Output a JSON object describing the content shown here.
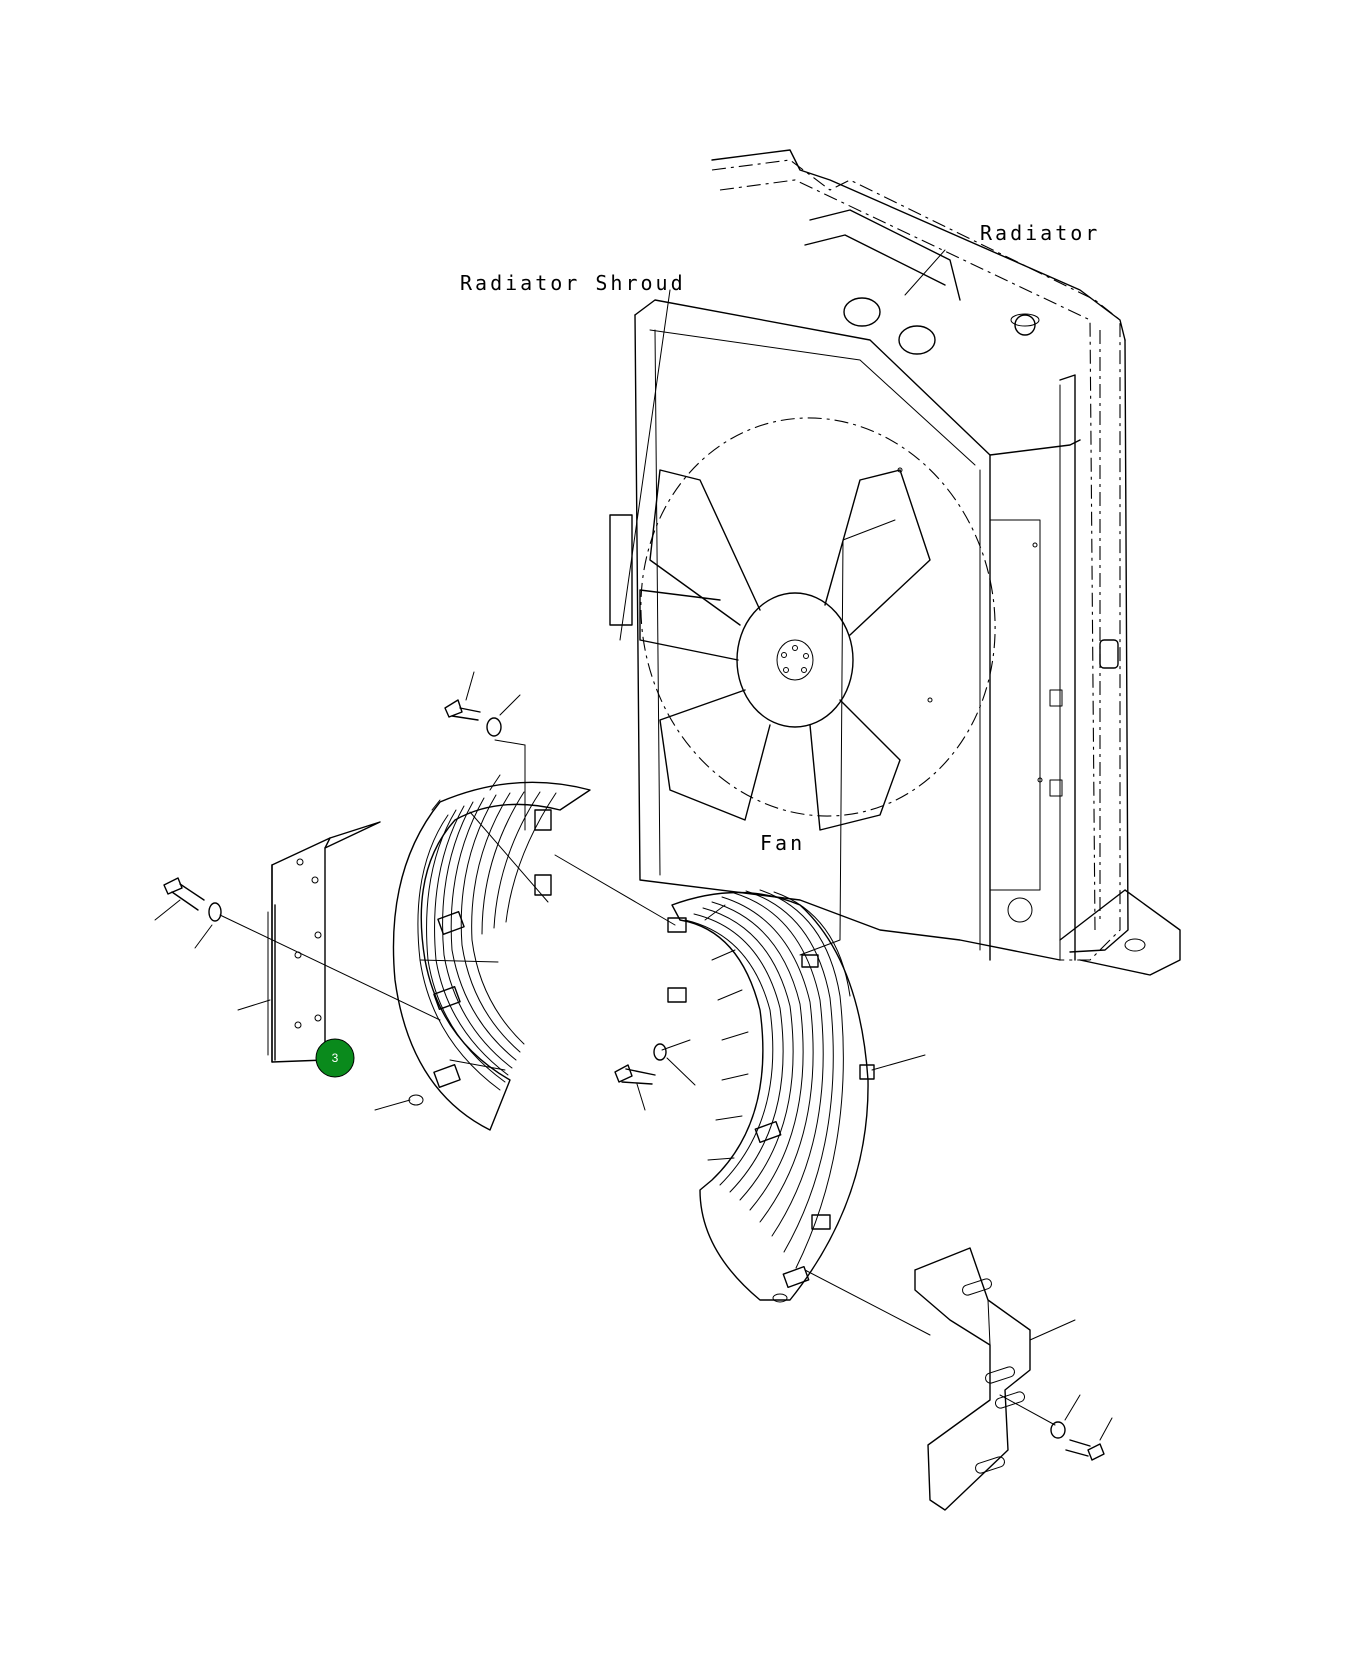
{
  "diagram": {
    "labels": {
      "radiator": "Radiator",
      "radiator_shroud": "Radiator Shroud",
      "fan": "Fan"
    },
    "callout": {
      "number": "3",
      "color": "#0a8a1c"
    }
  }
}
